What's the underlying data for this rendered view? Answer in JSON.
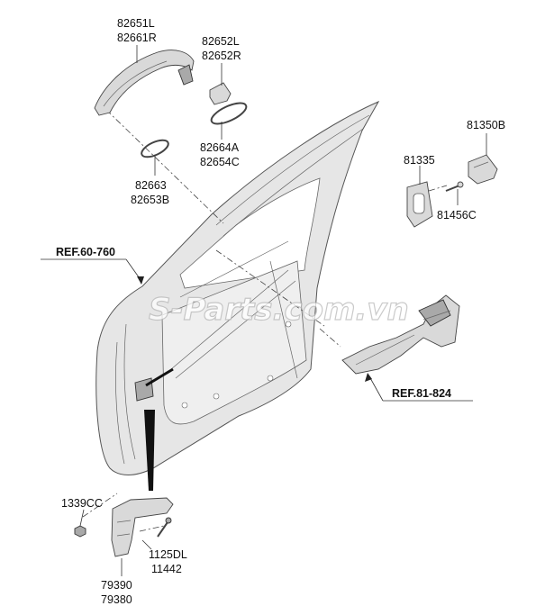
{
  "parts": {
    "handle": [
      "82651L",
      "82661R"
    ],
    "cover": [
      "82652L",
      "82652R"
    ],
    "pad": [
      "82664A",
      "82654C"
    ],
    "gasket": [
      "82663",
      "82653B"
    ],
    "striker_plate": [
      "81335"
    ],
    "striker": [
      "81350B"
    ],
    "striker_bolt": [
      "81456C"
    ],
    "nut": [
      "1339CC"
    ],
    "bolt": [
      "1125DL",
      "11442"
    ],
    "checker": [
      "79390",
      "79380"
    ]
  },
  "refs": {
    "upper": "REF.60-760",
    "lower": "REF.81-824"
  },
  "watermark": "S-Parts.com.vn"
}
